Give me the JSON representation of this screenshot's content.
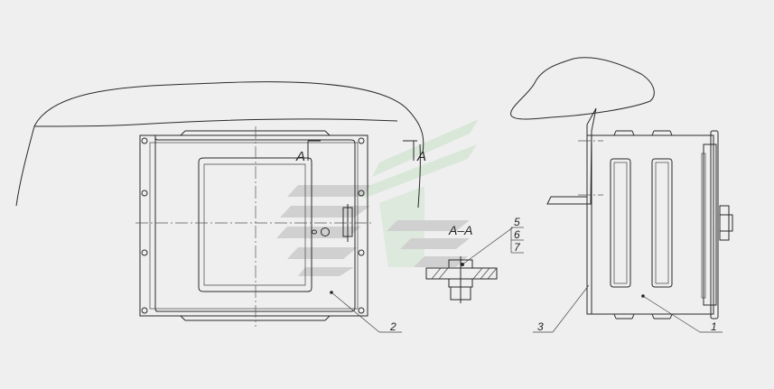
{
  "diagram": {
    "section_marker_left": "A",
    "section_marker_right": "A",
    "section_title": "A–A",
    "callouts": {
      "c1": "1",
      "c2": "2",
      "c3": "3",
      "c5": "5",
      "c6": "6",
      "c7": "7"
    }
  },
  "watermark": {
    "colors": {
      "grey": "#c9c9c9",
      "green": "#cfe3cf"
    }
  }
}
